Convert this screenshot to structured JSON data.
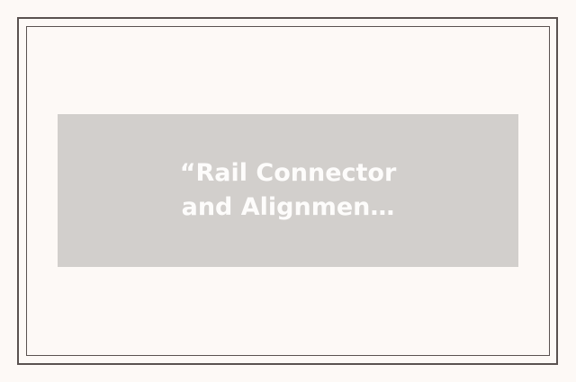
{
  "card": {
    "background_color": "#fdf9f6",
    "frame_color": "#5a5250"
  },
  "media_block": {
    "name": "image-placeholder",
    "background_color": "#d2cfcc",
    "text_color": "#fdfcfb",
    "quote_text": "“Rail Connector\nand Alignmen…",
    "quote_line_1": "“Rail Connector",
    "quote_line_2": "and Alignmen…"
  }
}
